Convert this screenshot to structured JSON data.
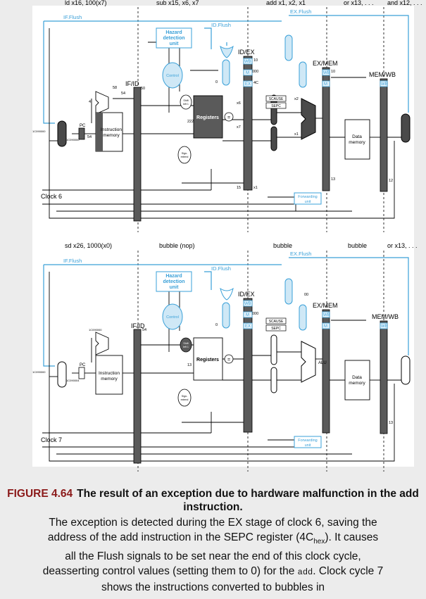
{
  "panel1": {
    "stage_labels": [
      "ld x16, 100(x7)",
      "sub x15, x6, x7",
      "add x1, x2, x1",
      "or x13, . . .",
      "and x12, . . ."
    ],
    "clock": "Clock 6",
    "if_flush": "IF.Flush",
    "id_flush": "ID.Flush",
    "ex_flush": "EX.Flush",
    "hazard": [
      "Hazard",
      "detection",
      "unit"
    ],
    "control": "Control",
    "registers": "Registers",
    "instr_mem": [
      "Instruction",
      "memory"
    ],
    "data_mem": [
      "Data",
      "memory"
    ],
    "forwarding": [
      "Forwarding",
      "unit"
    ],
    "pc": "PC",
    "shift": [
      "Shift",
      "left 1"
    ],
    "sign": [
      "Sign-",
      "extend"
    ],
    "regs": {
      "if_id": "IF/ID",
      "id_ex": "ID/EX",
      "ex_mem": "EX/MEM",
      "mem_wb": "MEM/WB"
    },
    "wb": "WB",
    "m": "M",
    "ex": "EX",
    "scause": "SCAUSE",
    "sepc": "SEPC",
    "nums": {
      "n58": "58",
      "n54": "54",
      "n50": "50",
      "n4": "4",
      "n4c": "4C",
      "n10": "10",
      "n000": "000",
      "n1c": "1C090000",
      "n1c2": "1C090000",
      "x6": "x6",
      "x7": "x7",
      "x2": "x2",
      "x1": "x1",
      "n222": "222",
      "n15": "15",
      "x1b": "x1",
      "n13": "13",
      "n12": "12",
      "n10b": "10",
      "n0": "0"
    }
  },
  "panel2": {
    "stage_labels": [
      "sd x26, 1000(x0)",
      "bubble (nop)",
      "bubble",
      "bubble",
      "or x13, . . ."
    ],
    "clock": "Clock 7",
    "if_flush": "IF.Flush",
    "id_flush": "ID.Flush",
    "ex_flush": "EX.Flush",
    "hazard": [
      "Hazard",
      "detection",
      "unit"
    ],
    "control": "Control",
    "registers": "Registers",
    "instr_mem": [
      "Instruction",
      "memory"
    ],
    "data_mem": [
      "Data",
      "memory"
    ],
    "forwarding": [
      "Forwarding",
      "unit"
    ],
    "pc": "PC",
    "alu": "ALU",
    "shift": [
      "Shift",
      "left 1"
    ],
    "sign": [
      "Sign-",
      "extend"
    ],
    "regs": {
      "if_id": "IF/ID",
      "id_ex": "ID/EX",
      "ex_mem": "EX/MEM",
      "mem_wb": "MEM/WB"
    },
    "wb": "WB",
    "m": "M",
    "ex": "EX",
    "scause": "SCAUSE",
    "sepc": "SEPC",
    "nums": {
      "n1c": "1C090000",
      "n1c2": "1C090004",
      "n1c3": "1C090000",
      "n54": "54",
      "n13": "13",
      "n00": "00",
      "n000": "000",
      "n13b": "13",
      "n0": "0"
    }
  },
  "caption": {
    "label": "FIGURE 4.64",
    "title": "The result of an exception due to hardware malfunction in the add instruction.",
    "body_1": "The exception is detected during the EX stage of clock 6, saving the address of the add instruction in the SEPC register (4C",
    "body_sub": "hex",
    "body_2": "). It causes all the Flush signals to be set near the end of this clock cycle, deasserting control values (setting them to 0) for the",
    "body_code": "add",
    "body_3": ". Clock",
    "body_4": "cycle 7 shows the instructions converted to bubbles in"
  }
}
